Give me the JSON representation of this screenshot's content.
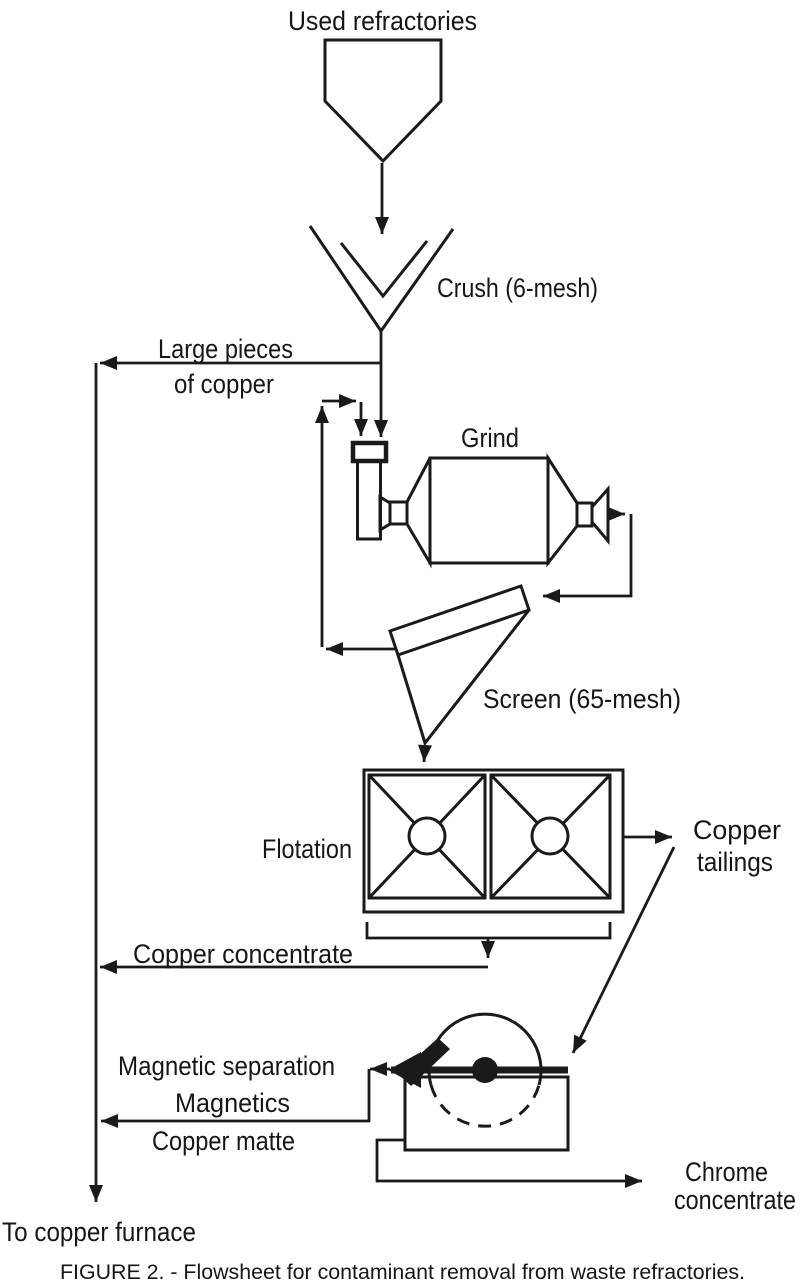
{
  "figure": {
    "caption": "FIGURE 2. - Flowsheet for contaminant removal from waste refractories."
  },
  "flowsheet": {
    "source": "Used refractories",
    "units": {
      "crusher": "Crush (6-mesh)",
      "mill": "Grind",
      "screen": "Screen (65-mesh)",
      "flotation": "Flotation",
      "magnetic_separator": "Magnetic separation"
    },
    "streams": {
      "large_pieces": {
        "line1": "Large pieces",
        "line2": "of copper"
      },
      "copper_tailings": {
        "line1": "Copper",
        "line2": "tailings"
      },
      "copper_concentrate": "Copper concentrate",
      "magnetics": "Magnetics",
      "copper_matte": "Copper matte",
      "chrome_concentrate": {
        "line1": "Chrome",
        "line2": "concentrate"
      },
      "to_copper_furnace": "To copper furnace"
    }
  },
  "colors": {
    "ink": "#1a1a1a",
    "paper": "#ffffff"
  }
}
